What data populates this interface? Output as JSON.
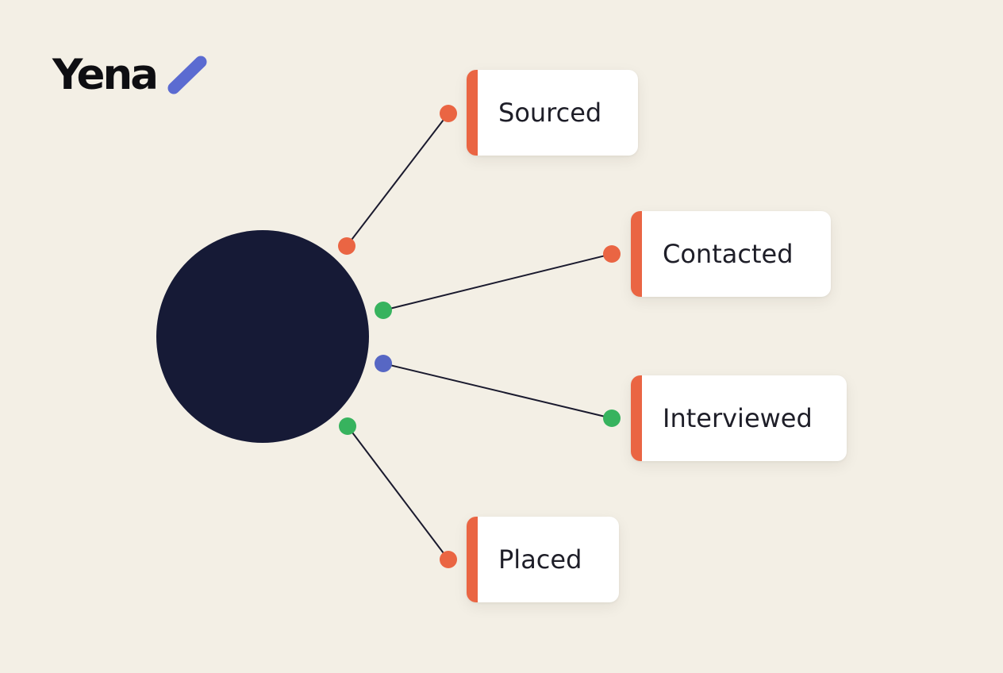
{
  "brand": {
    "name": "Yena",
    "mark_color": "#5b6bd1"
  },
  "diagram": {
    "hub_color": "#161a36",
    "line_color": "#1a1a2e",
    "card_accent": "#ea6543",
    "stages": [
      {
        "label": "Sourced",
        "start_dot": "orange",
        "end_dot": "orange"
      },
      {
        "label": "Contacted",
        "start_dot": "green",
        "end_dot": "orange"
      },
      {
        "label": "Interviewed",
        "start_dot": "blue",
        "end_dot": "green"
      },
      {
        "label": "Placed",
        "start_dot": "green",
        "end_dot": "orange"
      }
    ],
    "dot_colors": {
      "orange": "#ea6543",
      "green": "#37b35e",
      "blue": "#5767c4"
    }
  }
}
